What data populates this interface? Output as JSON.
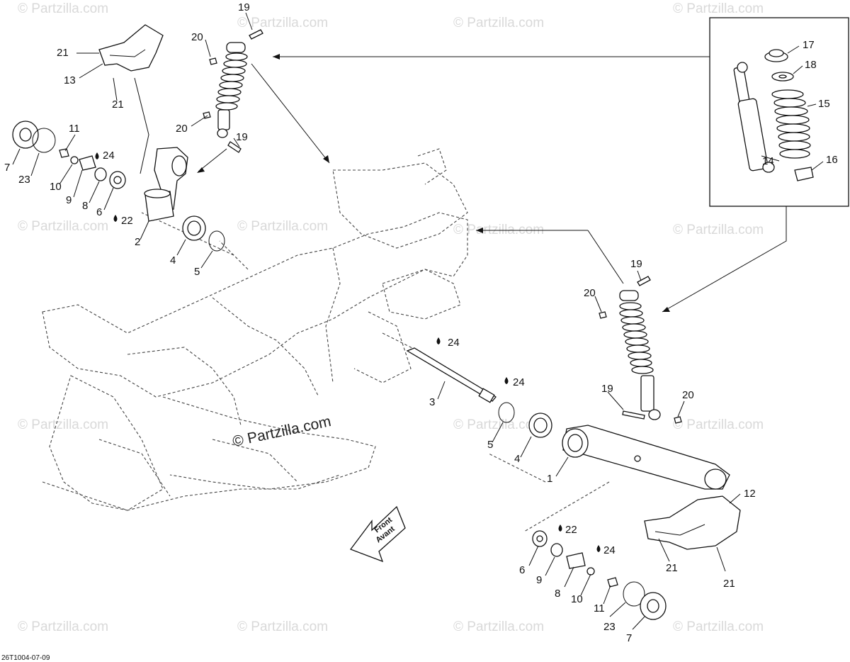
{
  "diagram": {
    "watermark": "© Partzilla.com",
    "center_watermark": "© Partzilla.com",
    "figure_code": "26T1004-07-09",
    "direction_arrow": {
      "line1": "Front",
      "line2": "Avant"
    },
    "parts": [
      {
        "id": "p1",
        "text": "1"
      },
      {
        "id": "p2",
        "text": "2"
      },
      {
        "id": "p3",
        "text": "3"
      },
      {
        "id": "p4a",
        "text": "4"
      },
      {
        "id": "p4b",
        "text": "4"
      },
      {
        "id": "p5a",
        "text": "5"
      },
      {
        "id": "p5b",
        "text": "5"
      },
      {
        "id": "p6a",
        "text": "6"
      },
      {
        "id": "p6b",
        "text": "6"
      },
      {
        "id": "p7a",
        "text": "7"
      },
      {
        "id": "p7b",
        "text": "7"
      },
      {
        "id": "p8a",
        "text": "8"
      },
      {
        "id": "p8b",
        "text": "8"
      },
      {
        "id": "p9a",
        "text": "9"
      },
      {
        "id": "p9b",
        "text": "9"
      },
      {
        "id": "p10a",
        "text": "10"
      },
      {
        "id": "p10b",
        "text": "10"
      },
      {
        "id": "p11a",
        "text": "11"
      },
      {
        "id": "p11b",
        "text": "11"
      },
      {
        "id": "p12",
        "text": "12"
      },
      {
        "id": "p13",
        "text": "13"
      },
      {
        "id": "p14",
        "text": "14"
      },
      {
        "id": "p15",
        "text": "15"
      },
      {
        "id": "p16",
        "text": "16"
      },
      {
        "id": "p17",
        "text": "17"
      },
      {
        "id": "p18",
        "text": "18"
      },
      {
        "id": "p19a",
        "text": "19"
      },
      {
        "id": "p19b",
        "text": "19"
      },
      {
        "id": "p19c",
        "text": "19"
      },
      {
        "id": "p19d",
        "text": "19"
      },
      {
        "id": "p20a",
        "text": "20"
      },
      {
        "id": "p20b",
        "text": "20"
      },
      {
        "id": "p20c",
        "text": "20"
      },
      {
        "id": "p20d",
        "text": "20"
      },
      {
        "id": "p21a",
        "text": "21"
      },
      {
        "id": "p21b",
        "text": "21"
      },
      {
        "id": "p21c",
        "text": "21"
      },
      {
        "id": "p21d",
        "text": "21"
      },
      {
        "id": "p22a",
        "text": "22"
      },
      {
        "id": "p22b",
        "text": "22"
      },
      {
        "id": "p23a",
        "text": "23"
      },
      {
        "id": "p23b",
        "text": "23"
      },
      {
        "id": "p24a",
        "text": "24"
      },
      {
        "id": "p24b",
        "text": "24"
      },
      {
        "id": "p24c",
        "text": "24"
      },
      {
        "id": "p24d",
        "text": "24"
      }
    ]
  }
}
